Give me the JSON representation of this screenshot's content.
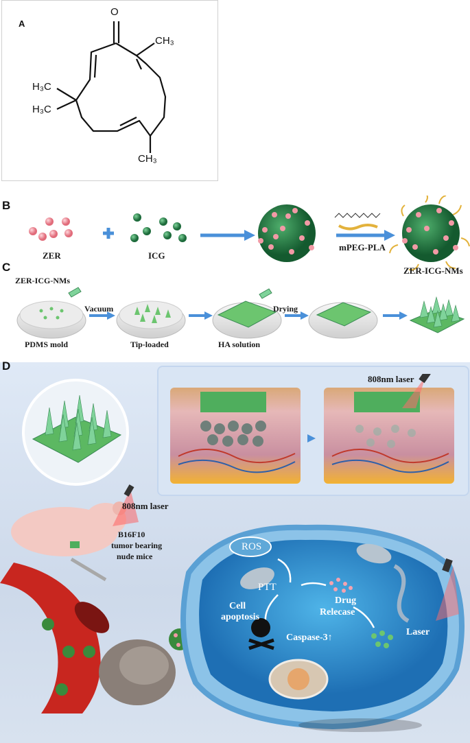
{
  "panel_letters": {
    "a": "A",
    "b": "B",
    "c": "C",
    "d": "D"
  },
  "panelA": {
    "carbonyl_o": "O",
    "ch3_top": "CH₃",
    "h3c_upper": "H₃C",
    "h3c_lower": "H₃C",
    "ch3_bottom": "CH₃"
  },
  "panelB": {
    "zer_label": "ZER",
    "icg_label": "ICG",
    "polymer_label": "mPEG-PLA",
    "product_label": "ZER-ICG-NMs",
    "plus_symbol": "+"
  },
  "panelC": {
    "nm_label": "ZER-ICG-NMs",
    "vacuum_label": "Vacuum",
    "drying_label": "Drying",
    "pdms_label": "PDMS mold",
    "tip_label": "Tip-loaded",
    "ha_label": "HA solution"
  },
  "panelD": {
    "laser_label_top": "808nm laser",
    "laser_label_mouse": "808nm laser",
    "mouse_label_line1": "B16F10",
    "mouse_label_line2": "tumor bearing",
    "mouse_label_line3": "nude mice",
    "ros_label": "ROS",
    "ptt_label": "PTT",
    "apoptosis_line1": "Cell",
    "apoptosis_line2": "apoptosis",
    "drug_line1": "Drug",
    "drug_line2": "Relecase",
    "caspase_label": "Caspase-3↑",
    "laser_label_cell": "Laser"
  },
  "colors": {
    "zer_pink": "#ee8d98",
    "icg_green": "#2e8b4f",
    "arrow_blue": "#4a90d9",
    "mn_green": "#6cc56f",
    "cell_blue": "#3f9bd6"
  }
}
